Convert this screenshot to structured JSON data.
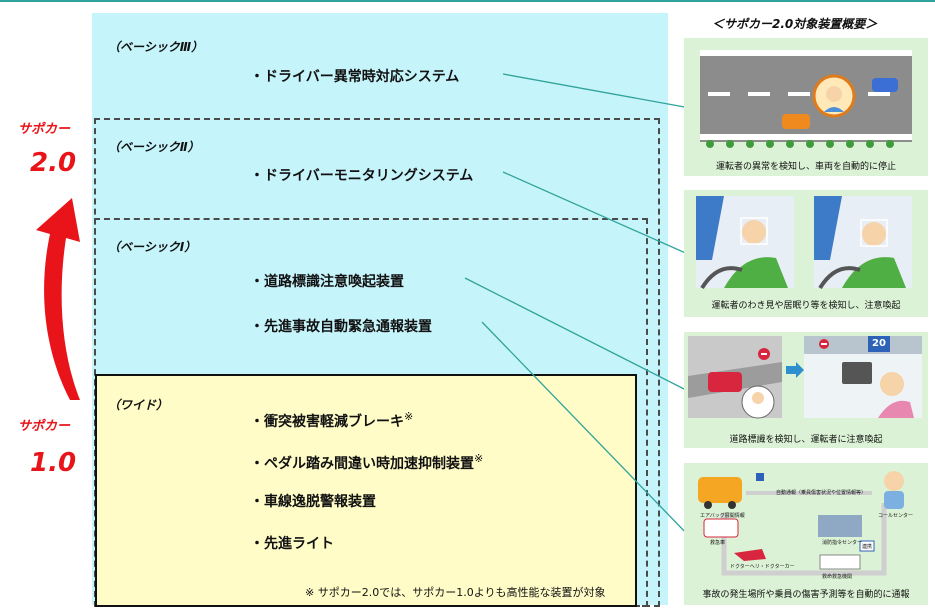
{
  "left_labels": {
    "upper_prefix": "サポカー",
    "upper_version": "2.0",
    "lower_prefix": "サポカー",
    "lower_version": "1.0"
  },
  "levels": {
    "basic3": {
      "label": "（ベーシックⅢ）",
      "items": [
        "・ドライバー異常時対応システム"
      ]
    },
    "basic2": {
      "label": "（ベーシックⅡ）",
      "items": [
        "・ドライバーモニタリングシステム"
      ]
    },
    "basic1": {
      "label": "（ベーシックⅠ）",
      "items": [
        "・道路標識注意喚起装置",
        "・先進事故自動緊急通報装置"
      ]
    },
    "wide": {
      "label": "（ワイド）",
      "items": [
        "・衝突被害軽減ブレーキ",
        "・ペダル踏み間違い時加速抑制装置",
        "・車線逸脱警報装置",
        "・先進ライト"
      ]
    }
  },
  "marks": {
    "asterisk": "※"
  },
  "footnote": "※ サポカー2.0では、サポカー1.0よりも高性能な装置が対象",
  "right": {
    "title": "＜サポカー2.0対象装置概要＞",
    "panels": [
      {
        "caption": "運転者の異常を検知し、車両を自動的に停止"
      },
      {
        "caption": "運転者のわき見や居眠り等を検知し、注意喚起"
      },
      {
        "caption": "道路標識を検知し、運転者に注意喚起",
        "sign_text": "20"
      },
      {
        "caption": "事故の発生場所や乗員の傷害予測等を自動的に通報",
        "labels": [
          "自動通報（乗員傷害状況や位置情報等）",
          "エアバッグ展開情報",
          "コールセンター",
          "消防指令センター",
          "救急車",
          "連携",
          "ドクターヘリ・ドクターカー",
          "救命救急機関"
        ]
      }
    ]
  },
  "colors": {
    "accent_red": "#e8141a",
    "main_bg": "#c6f4fb",
    "wide_bg": "#fffcc7",
    "panel_bg": "#dcf2d6",
    "connector": "#2fa39b"
  }
}
